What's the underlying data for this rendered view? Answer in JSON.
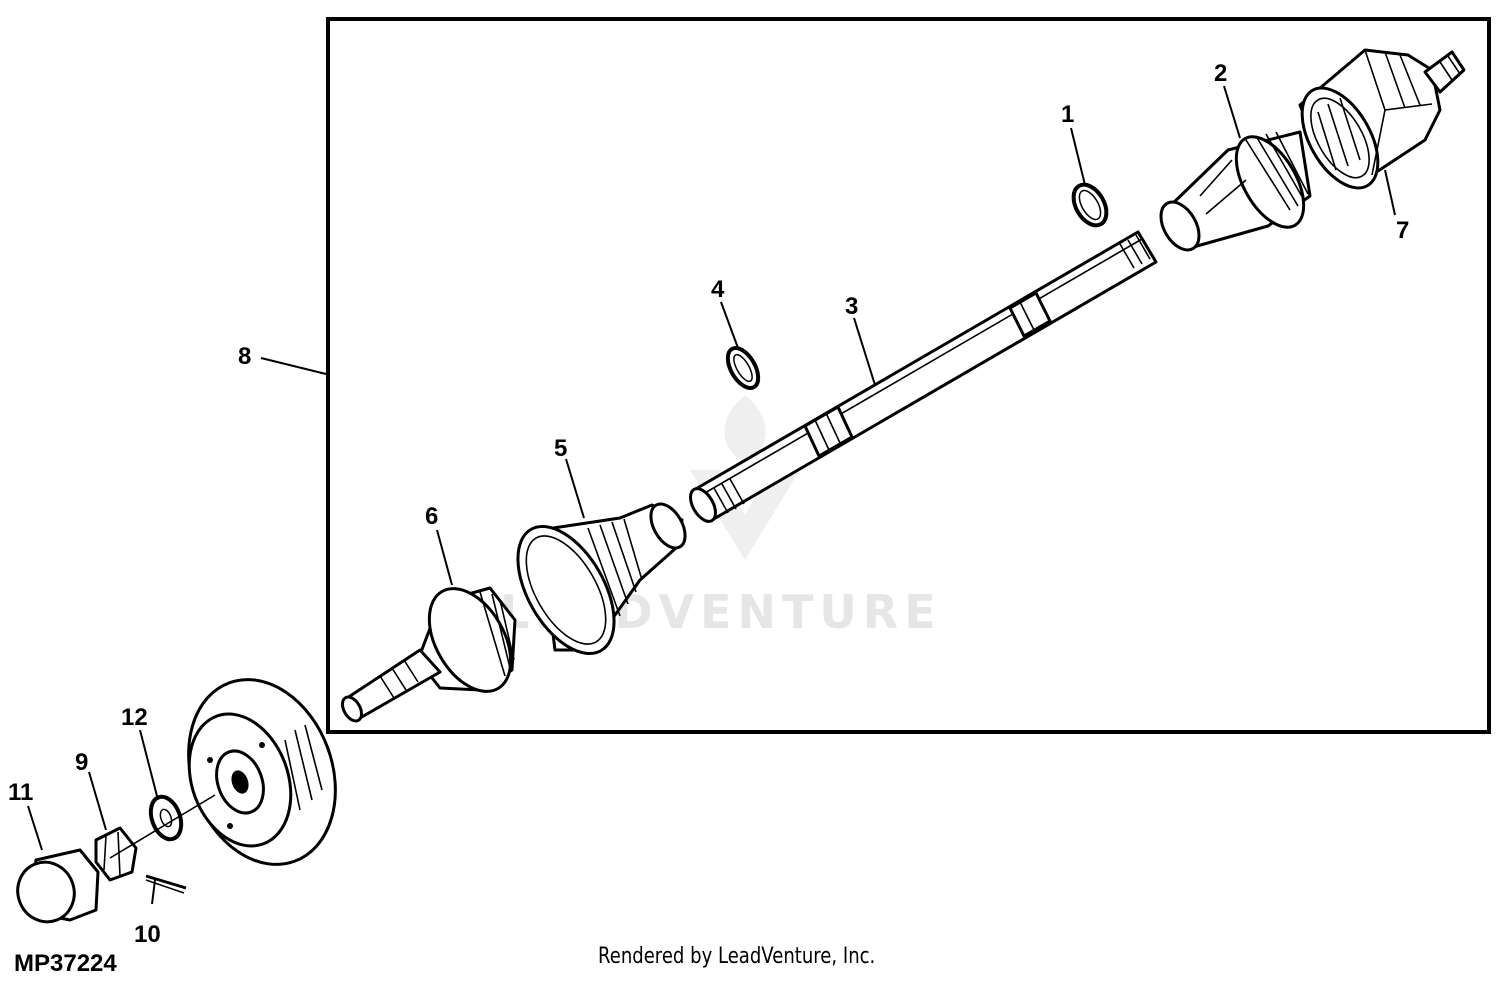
{
  "diagram": {
    "figure_id": "MP37224",
    "credit": "Rendered by LeadVenture, Inc.",
    "watermark": "LEADVENTURE",
    "callouts": [
      "1",
      "2",
      "3",
      "4",
      "5",
      "6",
      "7",
      "8",
      "9",
      "10",
      "11",
      "12"
    ]
  }
}
